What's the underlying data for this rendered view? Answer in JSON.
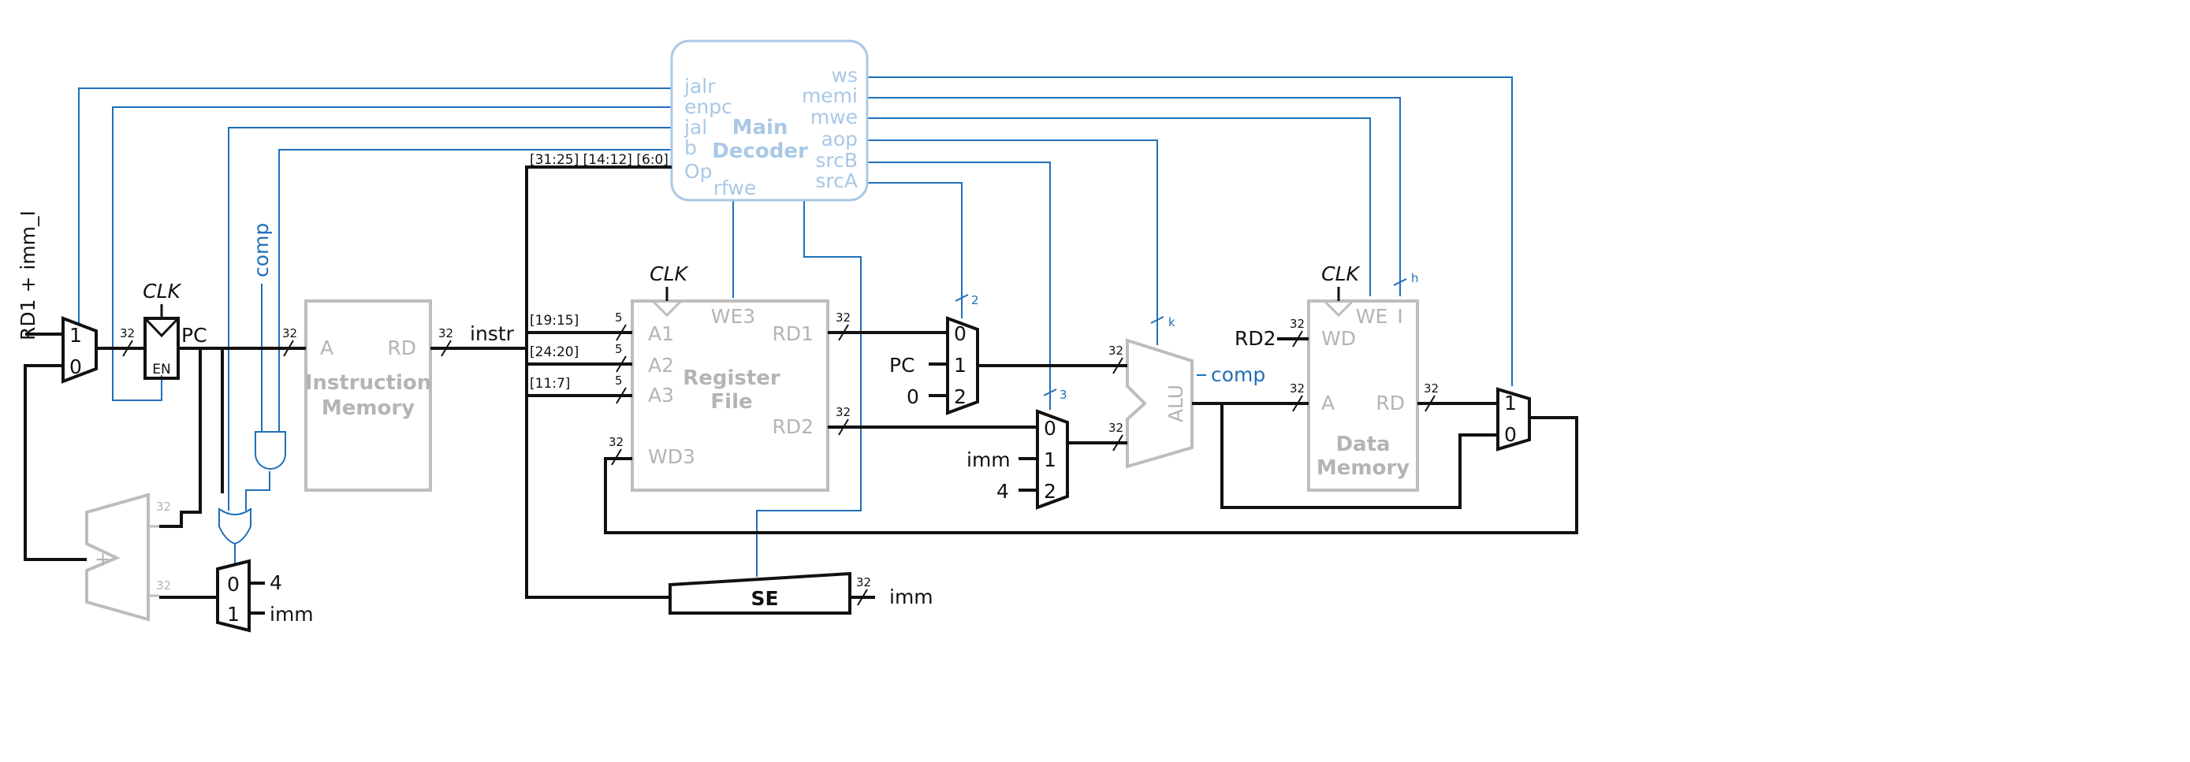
{
  "main_decoder": {
    "title_line1": "Main",
    "title_line2": "Decoder",
    "inputs": [
      "jalr",
      "enpc",
      "jal",
      "b",
      "Op"
    ],
    "outputs": [
      "ws",
      "memi",
      "mwe",
      "aop",
      "srcB",
      "srcA"
    ],
    "bottom": "rfwe"
  },
  "instruction_memory": {
    "line1": "Instruction",
    "line2": "Memory",
    "port_a": "A",
    "port_rd": "RD"
  },
  "register_file": {
    "line1": "Register",
    "line2": "File",
    "ports": [
      "A1",
      "A2",
      "A3",
      "WD3",
      "WE3",
      "RD1",
      "RD2"
    ],
    "fields": [
      "[19:15]",
      "[24:20]",
      "[11:7]"
    ]
  },
  "data_memory": {
    "line1": "Data",
    "line2": "Memory",
    "ports": [
      "WD",
      "A",
      "WE",
      "RD"
    ],
    "side_label": "I"
  },
  "alu": {
    "label": "ALU",
    "out": "comp"
  },
  "se": {
    "label": "SE",
    "out": "imm"
  },
  "labels": {
    "clk": "CLK",
    "pc": "PC",
    "en": "EN",
    "instr": "instr",
    "rd1_imm": "RD1 + imm_I",
    "comp": "comp",
    "rd2": "RD2",
    "imm": "imm",
    "field_top": "[31:25] [14:12] [6:0]",
    "plus": "+",
    "bus32": "32",
    "bus5": "5",
    "w2": "2",
    "w3": "3",
    "wk": "k",
    "wh": "h"
  },
  "mux_labels": {
    "pc_mux": [
      "1",
      "0"
    ],
    "srca_mux": [
      "0",
      "1",
      "2"
    ],
    "srca_in": [
      "PC",
      "0"
    ],
    "srcb_mux": [
      "0",
      "1",
      "2"
    ],
    "srcb_in": [
      "imm",
      "4"
    ],
    "br_mux": [
      "0",
      "1"
    ],
    "br_in": [
      "4",
      "imm"
    ],
    "ws_mux": [
      "1",
      "0"
    ]
  }
}
